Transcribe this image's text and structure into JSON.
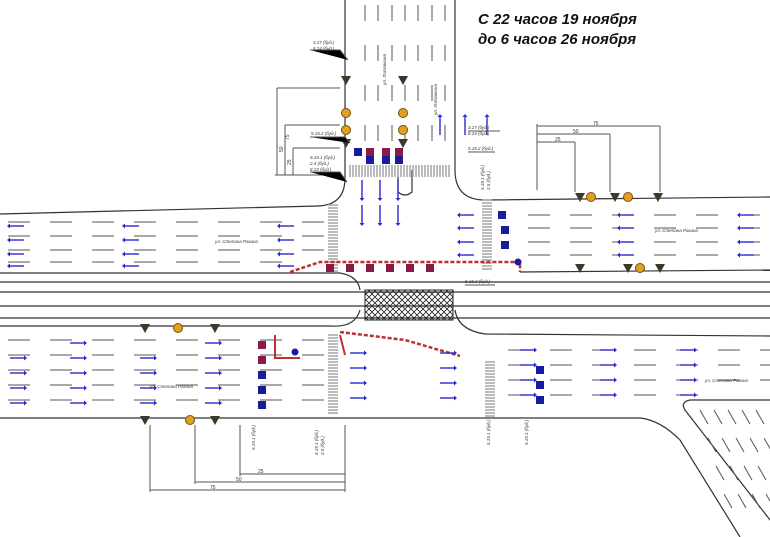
{
  "header": {
    "line1": "С 22 часов 19 ноября",
    "line2": "до 6 часов 26 ноября"
  },
  "streets": {
    "main_upper": "ул. Степана Разина",
    "main_lower": "ул. Степана Разина",
    "main_right": "ул. Степана Разина",
    "cross": "ул. Литовкина"
  },
  "sign_labels": {
    "a": "3.27 (буд.)",
    "b": "8.24 (буд.)",
    "c": "5.15.2 (буд.)",
    "d": "5.19.1 (буд.)",
    "e": "2.4 (буд.)",
    "f": "8.23 (буд.)",
    "g": "5.15.2 (буд.)",
    "h": "5.19.1 (буд.)",
    "i": "2.5 (буд.)",
    "j": "5.19.1 (буд.)",
    "k": "5.15.2 (буд.)"
  },
  "dimensions": {
    "d25": "25",
    "d50": "50",
    "d75": "75"
  },
  "colors": {
    "arrow": "#2a2ad0",
    "barrier": "#c03030",
    "sign_blue": "#1a1aa0",
    "sign_red": "#8a1a4a",
    "sign_orange": "#e0a020"
  }
}
